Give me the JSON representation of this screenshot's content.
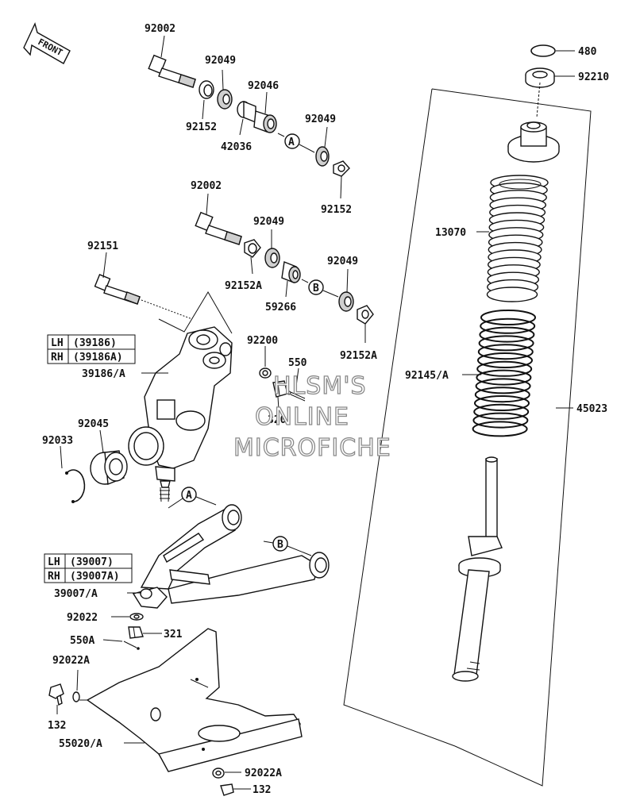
{
  "front_arrow": {
    "label": "FRONT"
  },
  "parts": {
    "p92002_top": "92002",
    "p92049_a1": "92049",
    "p92046": "92046",
    "p92152_a1": "92152",
    "p42036": "42036",
    "p92049_a2": "92049",
    "p92152_a2": "92152",
    "p92002_mid": "92002",
    "p92049_b1": "92049",
    "p92152A_b1": "92152A",
    "p59266": "59266",
    "p92049_b2": "92049",
    "p92152A_b2": "92152A",
    "p92151": "92151",
    "p92200": "92200",
    "p550": "550",
    "p320": "320",
    "p39186A": "39186/A",
    "p92045": "92045",
    "p92033": "92033",
    "p39007A": "39007/A",
    "p92022": "92022",
    "p550A": "550A",
    "p321": "321",
    "p92022A_l": "92022A",
    "p132_l": "132",
    "p55020A": "55020/A",
    "p92022A_b": "92022A",
    "p132_b": "132",
    "p480": "480",
    "p92210": "92210",
    "p13070": "13070",
    "p92145A": "92145/A",
    "p45023": "45023"
  },
  "callouts": {
    "a1": "A",
    "a2": "A",
    "b1": "B",
    "b2": "B"
  },
  "knuckle_table": {
    "lh_side": "LH",
    "lh_part": "(39186)",
    "rh_side": "RH",
    "rh_part": "(39186A)"
  },
  "arm_table": {
    "lh_side": "LH",
    "lh_part": "(39007)",
    "rh_side": "RH",
    "rh_part": "(39007A)"
  },
  "watermark": {
    "line1": "HLSM'S",
    "line2": "ONLINE",
    "line3": "MICROFICHE"
  }
}
